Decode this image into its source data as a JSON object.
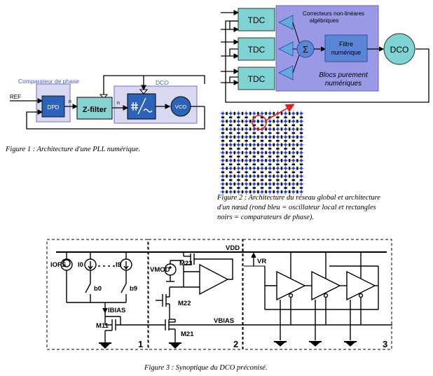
{
  "fig1": {
    "caption": "Figure 1 : Architecture d'une PLL numérique.",
    "phase_comparator_label": "Comparateur de phase",
    "dco_label": "DCO",
    "ref_label": "REF",
    "dpd_label": "DPD",
    "zfilter_label": "Z-filter",
    "vco_label": "VCO",
    "n_label": "n",
    "dac_symbol": "#/~"
  },
  "fig2": {
    "caption_lines": [
      "Figure 2 : Architecture du réseau global et architecture",
      "d'un nœud (rond bleu = oscillateur local et rectangles",
      "noirs = comparateurs de phase)."
    ],
    "tdc_labels": [
      "TDC",
      "TDC",
      "TDC"
    ],
    "correcteurs_line1": "Correcteurs non-linéares",
    "correcteurs_line2": "algébriques",
    "sigma": "Σ",
    "filtre_line1": "Filtre",
    "filtre_line2": "numérique",
    "dco_label": "DCO",
    "blocs_line1": "Blocs purement",
    "blocs_line2": "numériques",
    "colors": {
      "block": "#9999e6",
      "tdc": "#7fd3d3",
      "node": "#1a3fff",
      "comparator": "#000000",
      "highlight": "#e02020"
    }
  },
  "fig3": {
    "caption": "Figure 3 : Synoptique du DCO préconisé.",
    "iofs": "IOFS",
    "i0": "I0",
    "i9": "I9",
    "b0": "b0",
    "b9": "b9",
    "ibias": "IBIAS",
    "m11": "M11",
    "vmod": "VMOD",
    "m23": "M23",
    "m22": "M22",
    "m21": "M21",
    "vdd": "VDD",
    "vr": "VR",
    "vbias": "VBIAS",
    "section_numbers": [
      "1",
      "2",
      "3"
    ]
  }
}
